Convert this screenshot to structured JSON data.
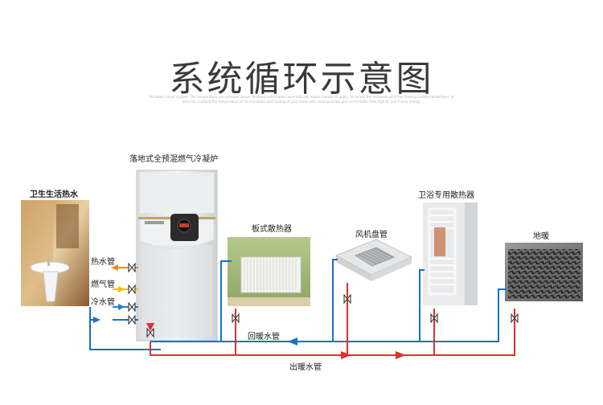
{
  "title": "系统循环示意图",
  "subtitle": "the boiler circuit system: The temperature and pressure sensor feedback information automatically adjust charges to apply, to control the temperature of the heating radiator/boiler/floor, to also into constant the temperature of the hot water and heating of your home with more accurate and comfortable than high to, you'll save energy.",
  "components": {
    "boiler": "落地式全预混燃气冷凝炉",
    "sanitary": "卫生生活热水",
    "radiator": "板式散热器",
    "fan_coil": "风机盘管",
    "towel_rack": "卫浴专用散热器",
    "floor": "地暖"
  },
  "pipes": {
    "hot_water": "热水管",
    "gas": "燃气管",
    "cold_water": "冷水管",
    "return": "回暖水管",
    "supply": "出暖水管"
  },
  "colors": {
    "supply": "#e5302b",
    "return": "#1b6fc6",
    "hot_water": "#f08a24",
    "gas": "#f2c200",
    "cold_water": "#2e7dd6"
  }
}
